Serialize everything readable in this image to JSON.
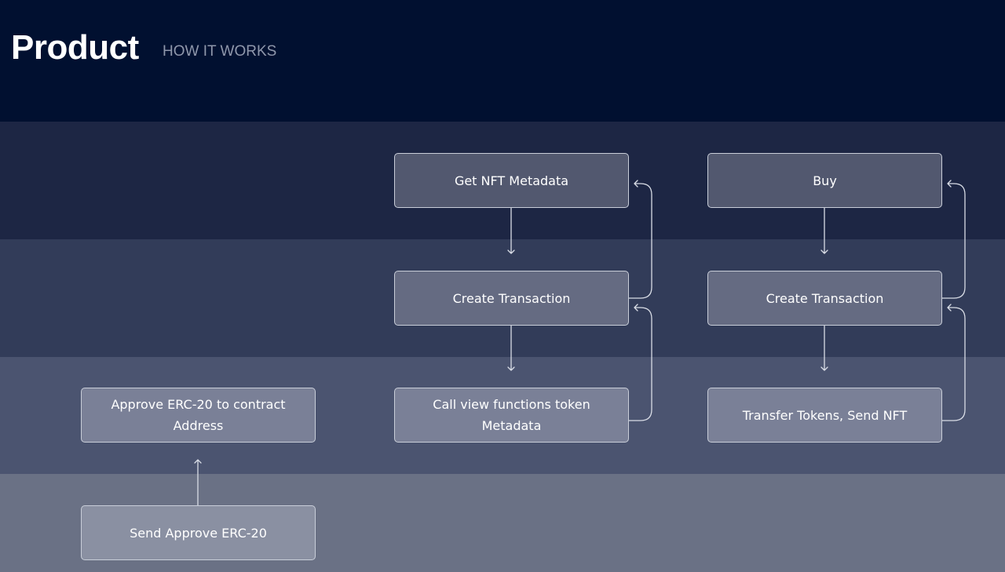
{
  "header": {
    "title": "Product",
    "subtitle": "HOW IT WORKS"
  },
  "nodes": {
    "get_nft_metadata": "Get NFT Metadata",
    "create_transaction_left": "Create Transaction",
    "call_view_functions": "Call view functions token Metadata",
    "buy": "Buy",
    "create_transaction_right": "Create Transaction",
    "transfer_tokens": "Transfer Tokens, Send NFT",
    "approve_erc20": "Approve ERC-20 to contract Address",
    "send_approve": "Send Approve ERC-20"
  },
  "colors": {
    "header_bg": "#011030",
    "arrow": "#d9dde6",
    "node_border": "#c9ced9"
  }
}
